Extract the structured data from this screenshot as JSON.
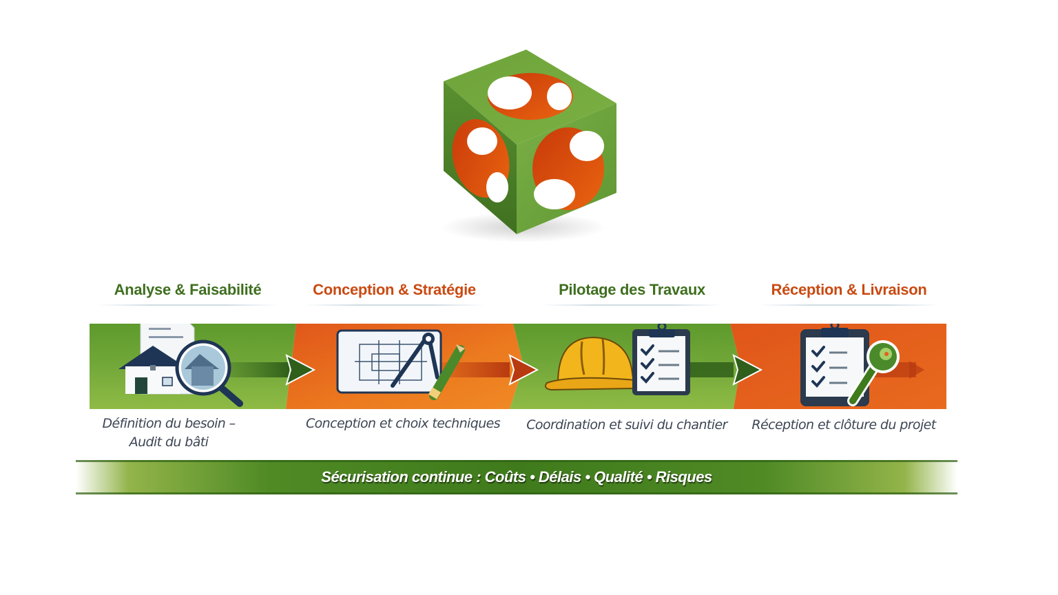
{
  "colors": {
    "green": "#5b922a",
    "green_dark": "#3f6f1f",
    "orange": "#e2621a",
    "orange_dark": "#c94a12",
    "navy": "#1f3555",
    "yellow": "#f2b51c"
  },
  "logo": {
    "icon": "hollow-cube-icon"
  },
  "phases": [
    {
      "title": "Analyse & Faisabilité",
      "theme": "green",
      "icon": "house-magnifier-icon",
      "description_lines": [
        "Définition du besoin –",
        "Audit du bâti"
      ]
    },
    {
      "title": "Conception & Stratégie",
      "theme": "orange",
      "icon": "blueprint-compass-pencil-icon",
      "description_lines": [
        "Conception et choix techniques"
      ]
    },
    {
      "title": "Pilotage des Travaux",
      "theme": "green",
      "icon": "hardhat-clipboard-icon",
      "description_lines": [
        "Coordination et suivi du chantier"
      ]
    },
    {
      "title": "Réception & Livraison",
      "theme": "orange",
      "icon": "clipboard-key-icon",
      "description_lines": [
        "Réception et clôture du projet"
      ]
    }
  ],
  "footer": {
    "text": "Sécurisation continue : Coûts • Délais • Qualité • Risques"
  }
}
